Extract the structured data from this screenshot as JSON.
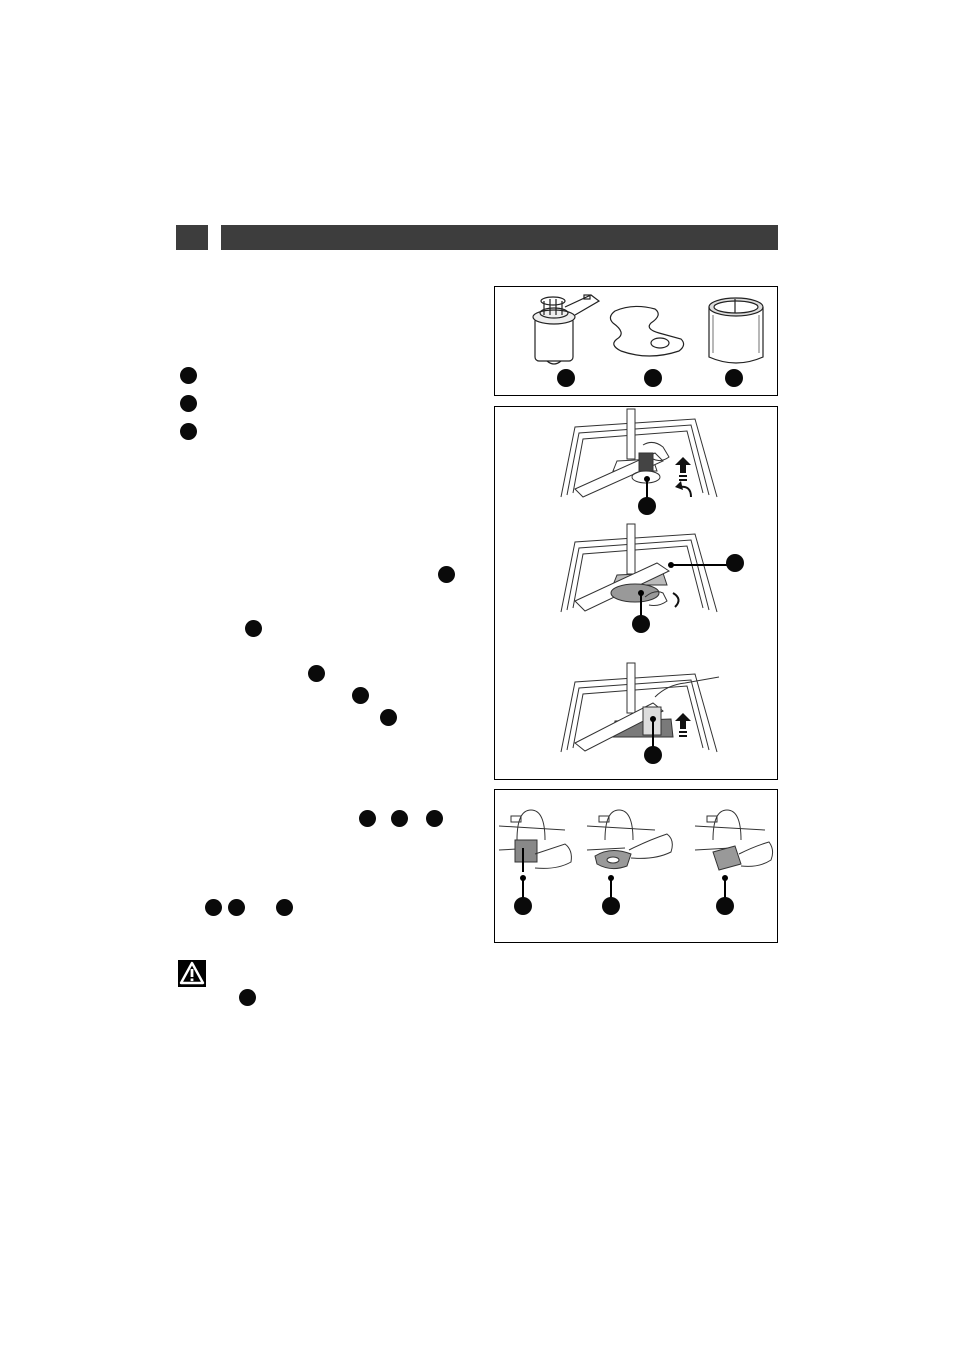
{
  "header": {
    "section_tab": "",
    "title": ""
  },
  "colors": {
    "header_bg": "#3d3d3d",
    "marker": "#0a0a0a",
    "filter_shade": "#7a7a7a"
  },
  "icons": {
    "bullet": "filled-circle-marker",
    "warning": "warning-triangle-icon"
  },
  "figures": [
    {
      "name": "filter-parts",
      "parts": [
        "cylindrical-filter",
        "flat-filter",
        "micro-filter"
      ]
    },
    {
      "name": "removal-steps",
      "steps": [
        "lift-and-turn",
        "unlock-handle",
        "pull-out"
      ]
    },
    {
      "name": "rinse-under-tap",
      "parts": [
        "cylindrical-filter",
        "flat-filter",
        "micro-filter"
      ]
    }
  ]
}
